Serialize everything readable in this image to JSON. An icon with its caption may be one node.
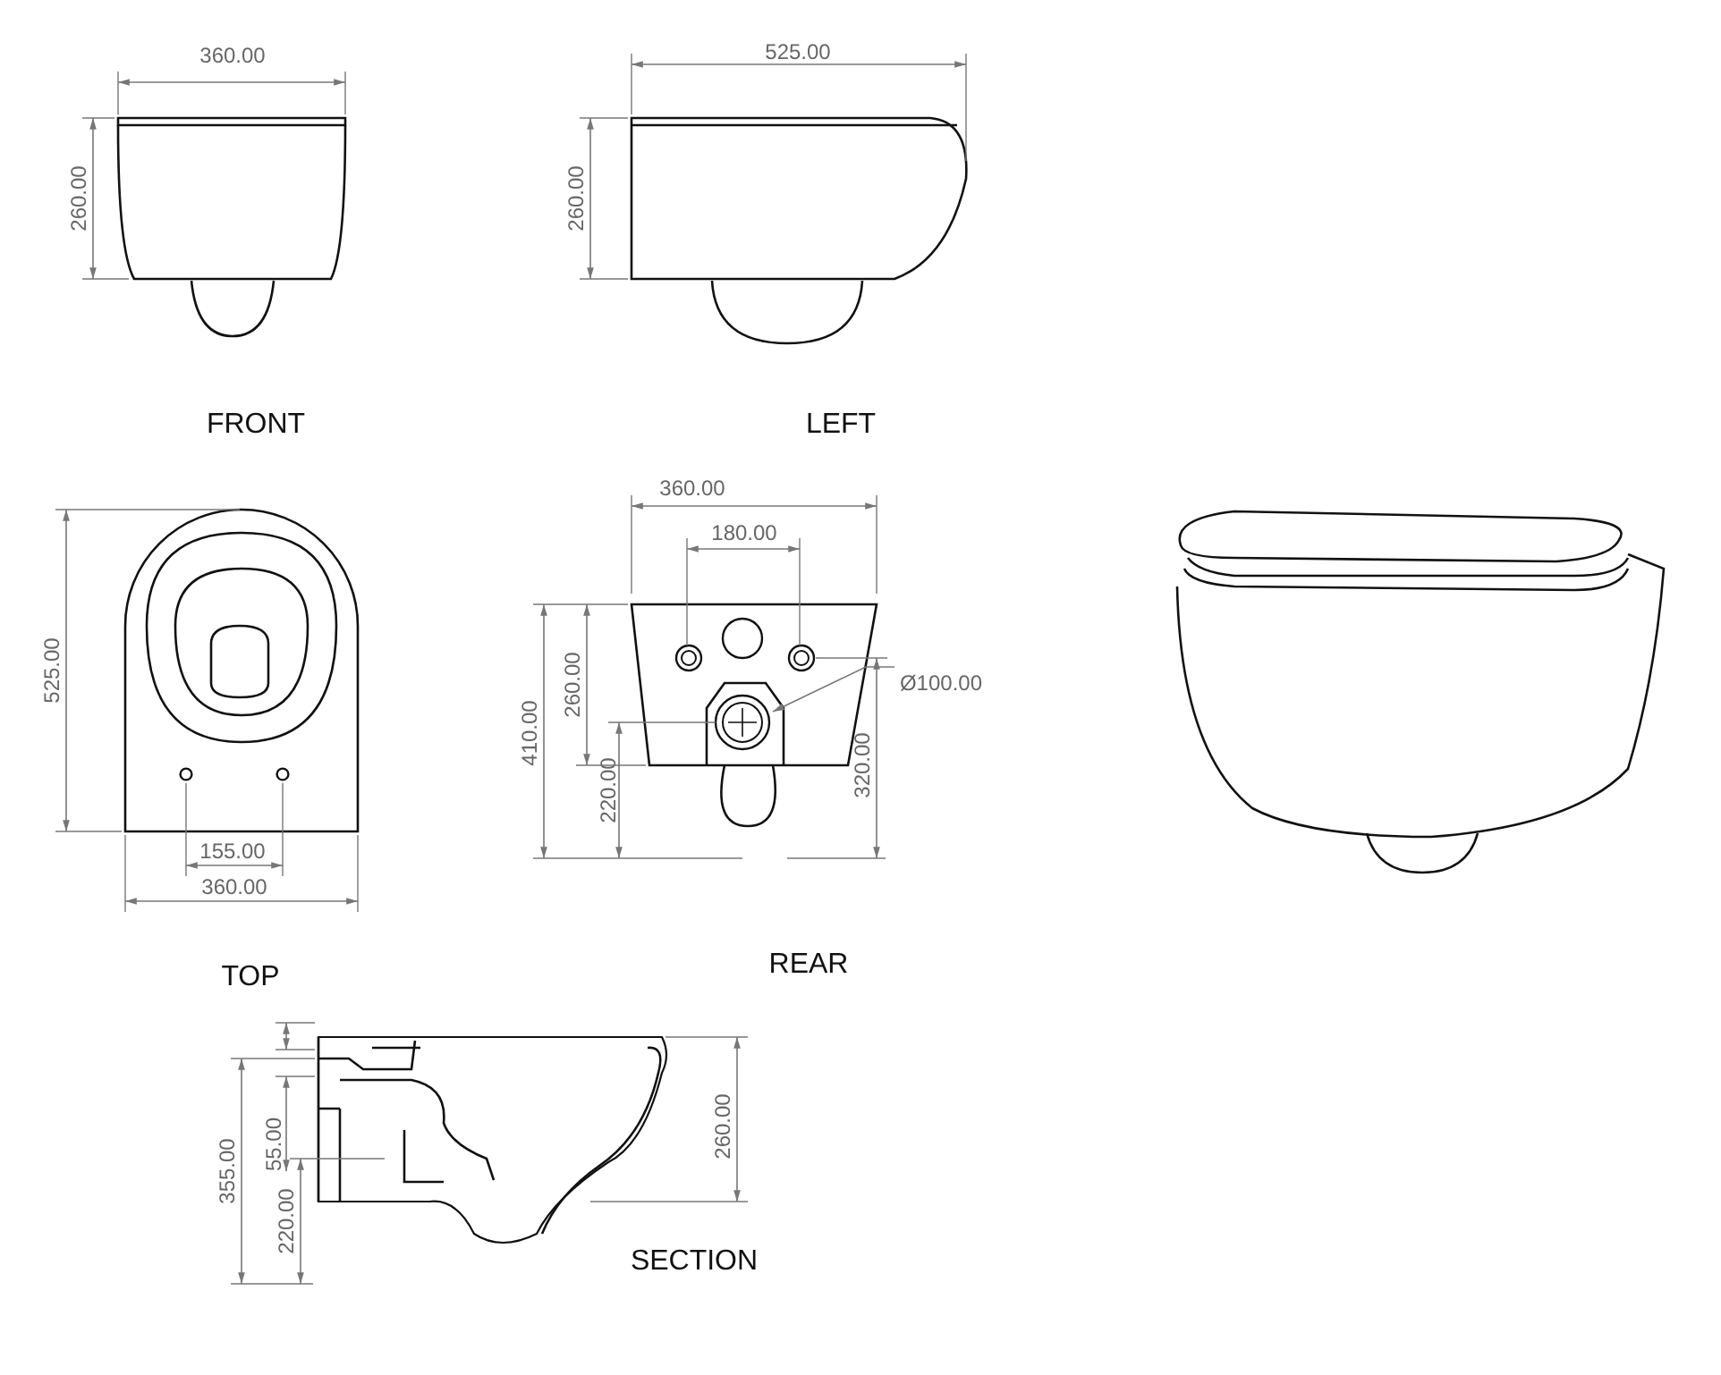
{
  "diagram": {
    "labels": [
      "360.00",
      "260.00",
      "525.00",
      "260.00",
      "FRONT",
      "LEFT",
      "525.00",
      "360.00",
      "180.00",
      "410.00",
      "260.00",
      "Ø100.00",
      "220.00",
      "320.00",
      "155.00",
      "360.00",
      "TOP",
      "REAR",
      "260.00",
      "355.00",
      "55.00",
      "220.00",
      "SECTION"
    ]
  }
}
